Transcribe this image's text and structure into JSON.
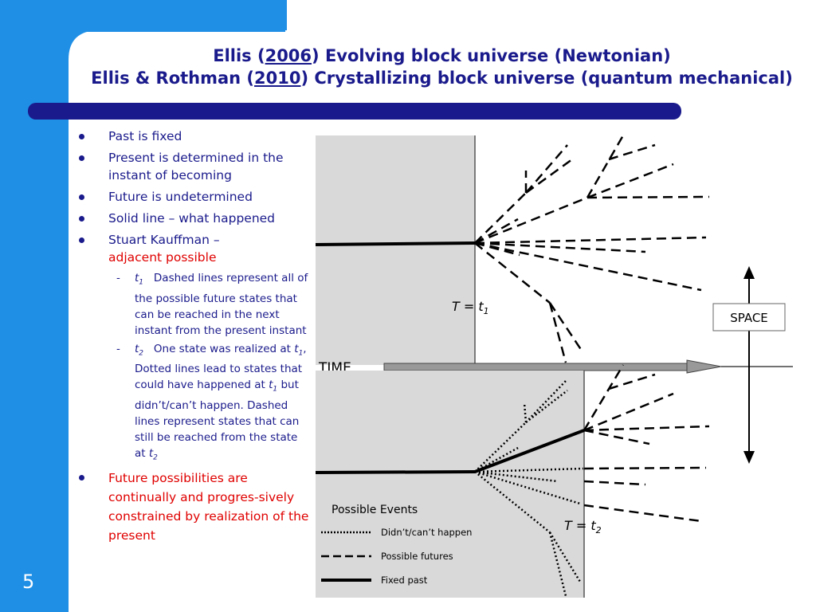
{
  "slide_number": "5",
  "title": {
    "line1_prefix": "Ellis (",
    "line1_year": "2006",
    "line1_suffix": ") Evolving block universe (Newtonian)",
    "line2_prefix": "Ellis & Rothman (",
    "line2_year": "2010",
    "line2_suffix": ") Crystallizing block universe (quantum mechanical)"
  },
  "bullets": {
    "b1": "Past is fixed",
    "b2": "Present is determined in the instant of becoming",
    "b3": "Future is undetermined",
    "b4": "Solid line – what happened",
    "b5_text": "Stuart Kauffman –",
    "b5_red": "adjacent possible",
    "sub1_label": "t",
    "sub1_sub": "1",
    "sub1_text": "Dashed lines represent all of the possible future states that can be reached in the next instant from the present instant",
    "sub2_label": "t",
    "sub2_sub": "2",
    "sub2_text_a": "One state was realized at ",
    "sub2_t_a": "t",
    "sub2_t_a_sub": "1",
    "sub2_text_b": ", Dotted lines lead to states that could have happened at ",
    "sub2_t_b": "t",
    "sub2_t_b_sub": "1",
    "sub2_text_c": " but didn’t/can’t happen. Dashed lines represent states that can still be reached from the state at ",
    "sub2_t_c": "t",
    "sub2_t_c_sub": "2",
    "b6": "Future possibilities are continually and progres-sively constrained by realization of the present"
  },
  "diagram": {
    "time_label": "TIME",
    "space_label": "SPACE",
    "t1_label": "T = t",
    "t1_sub": "1",
    "t2_label": "T = t",
    "t2_sub": "2",
    "legend_title": "Possible Events",
    "legend_dotted": "Didn’t/can’t happen",
    "legend_dashed": "Possible futures",
    "legend_solid": "Fixed past"
  },
  "colors": {
    "sidebar_blue": "#1f8fe6",
    "title_bar": "#1a1a8c",
    "text_blue": "#1a1a8c",
    "highlight_red": "#e00000",
    "panel_gray": "#d9d9d9"
  }
}
